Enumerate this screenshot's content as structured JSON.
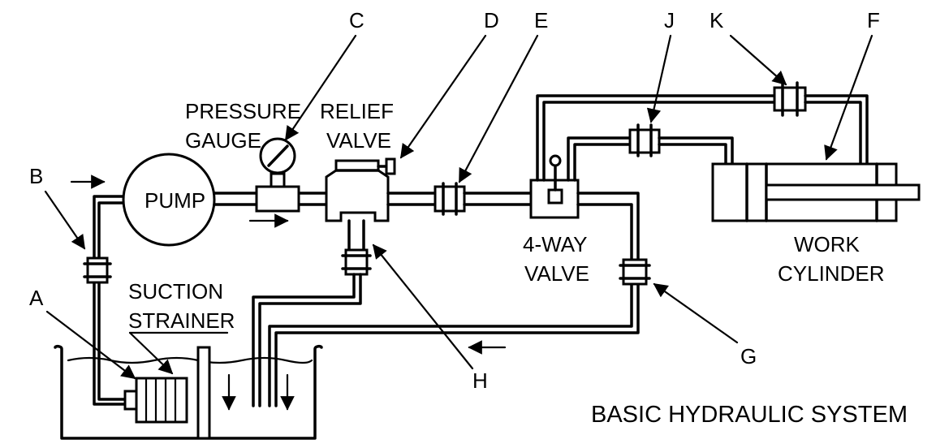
{
  "title": "BASIC HYDRAULIC SYSTEM",
  "components": {
    "pump": "PUMP",
    "pressure_gauge": [
      "PRESSURE",
      "GAUGE"
    ],
    "relief_valve": [
      "RELIEF",
      "VALVE"
    ],
    "four_way_valve": [
      "4-WAY",
      "VALVE"
    ],
    "work_cylinder": [
      "WORK",
      "CYLINDER"
    ],
    "suction_strainer": [
      "SUCTION",
      "STRAINER"
    ]
  },
  "callouts": {
    "a": "A",
    "b": "B",
    "c": "C",
    "d": "D",
    "e": "E",
    "f": "F",
    "g": "G",
    "h": "H",
    "j": "J",
    "k": "K"
  }
}
